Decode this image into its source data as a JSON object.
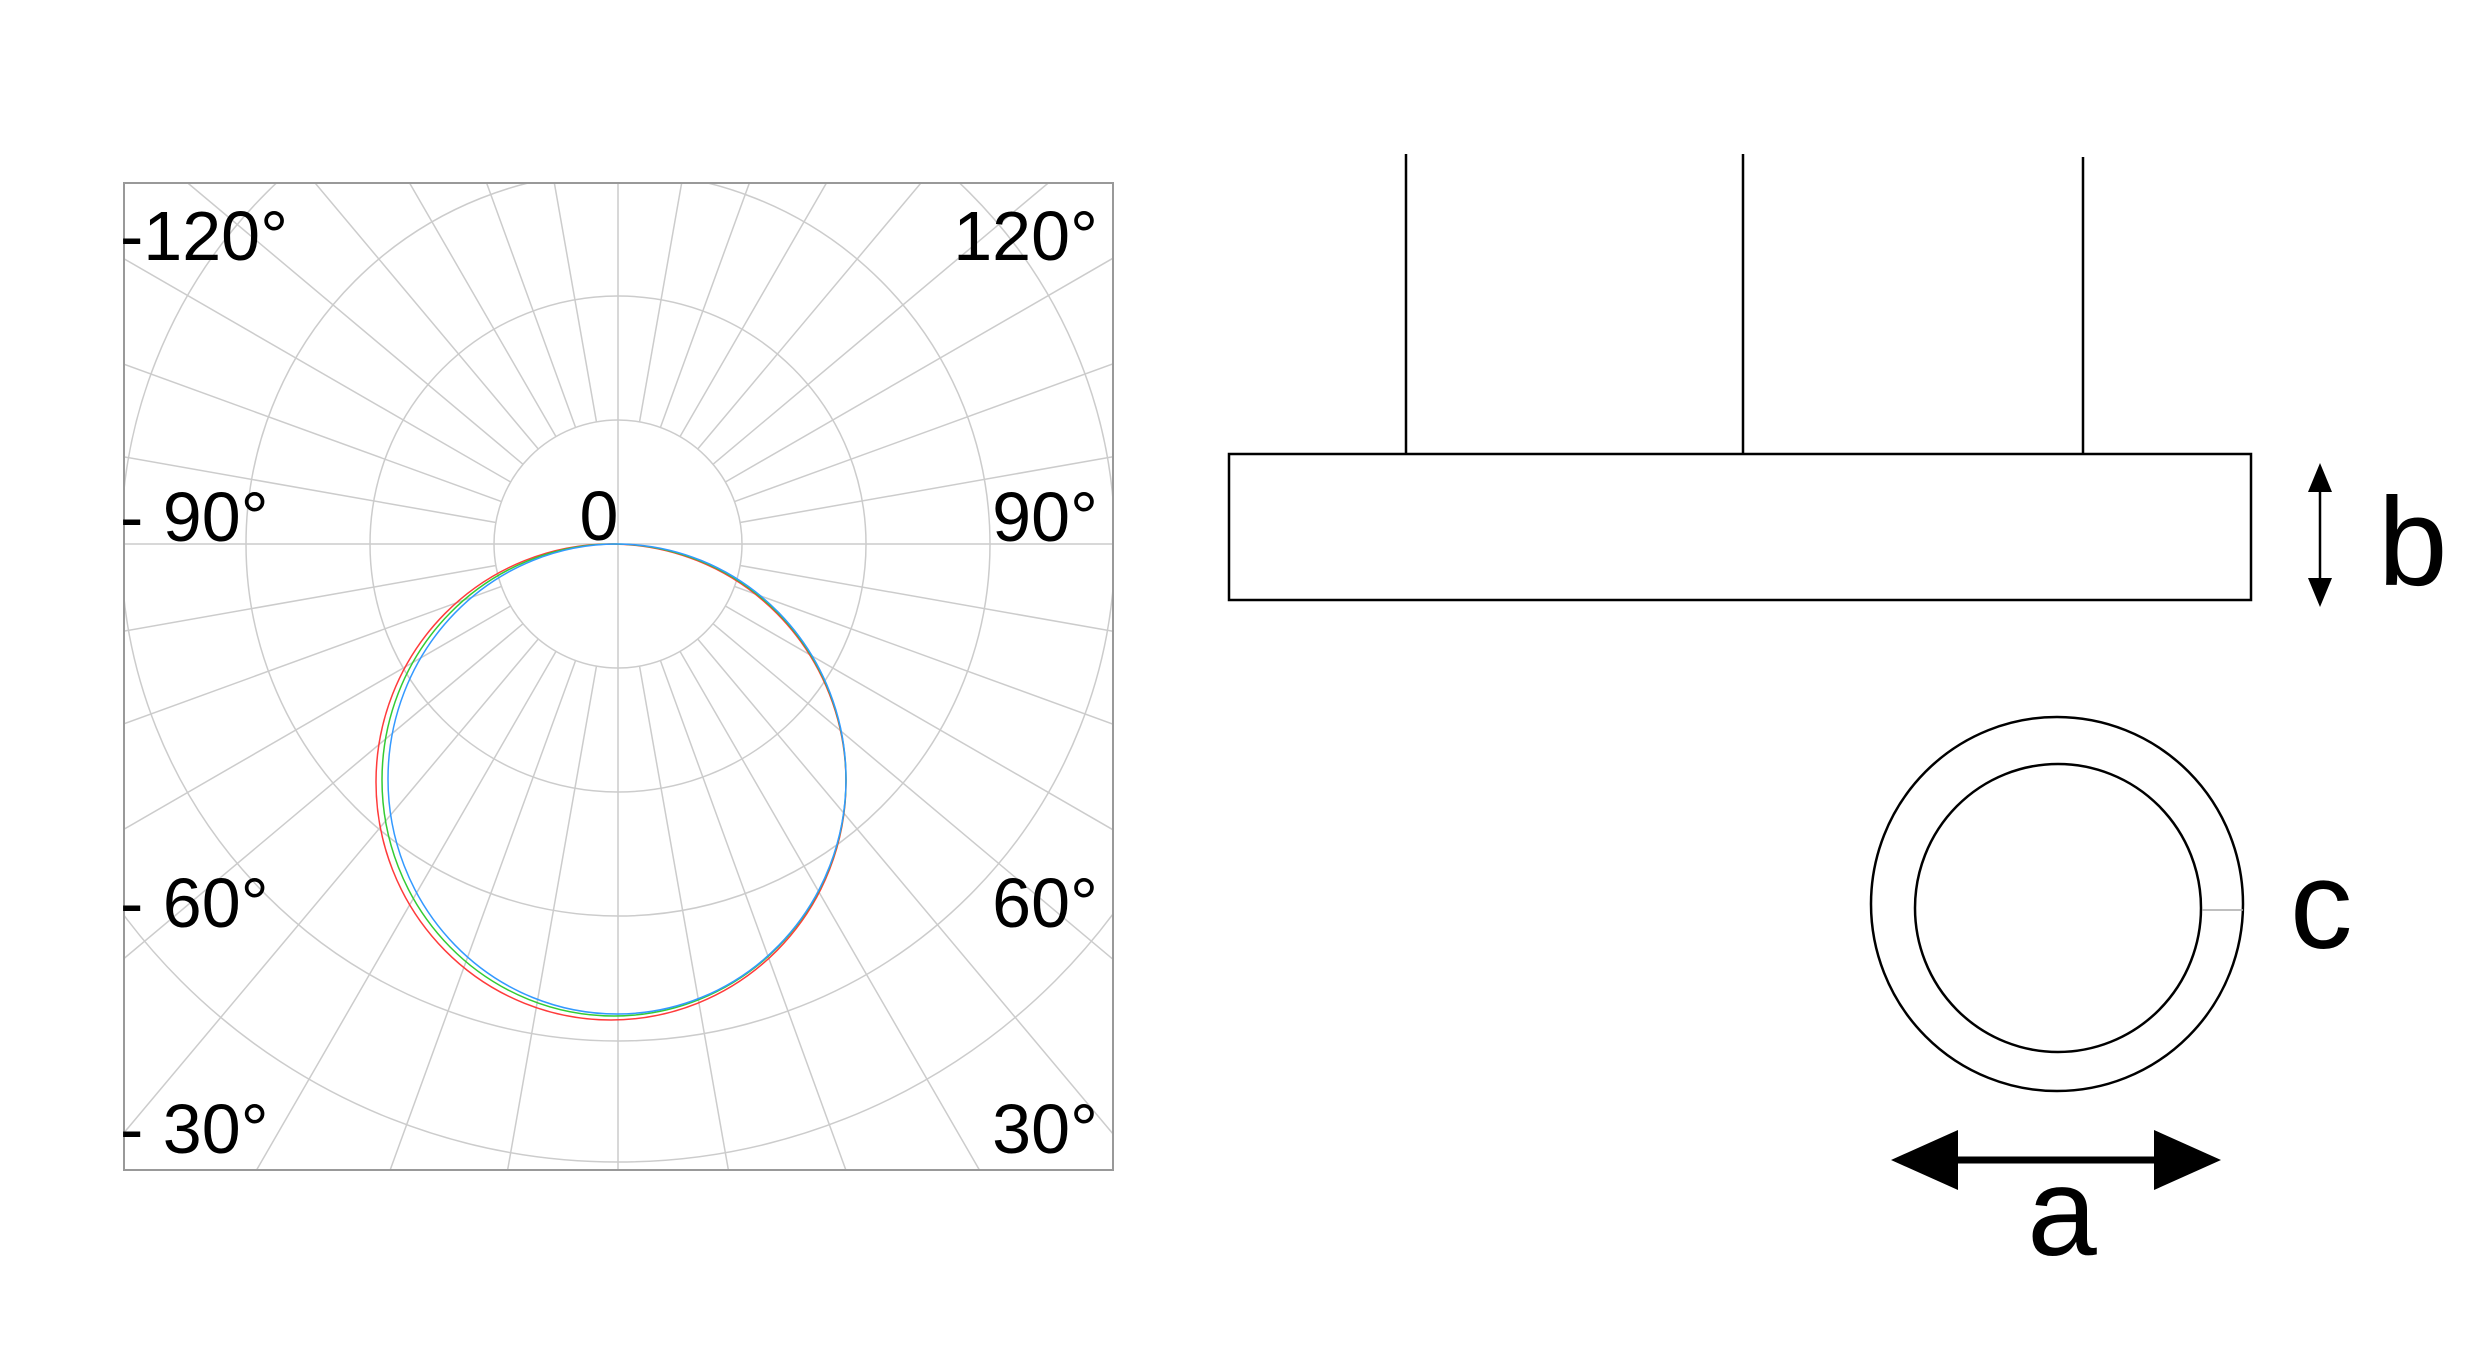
{
  "polar": {
    "center_label": "0",
    "left_labels": [
      "-120°",
      "- 90°",
      "- 60°",
      "- 30°"
    ],
    "right_labels": [
      "120°",
      "90°",
      "60°",
      "30°"
    ],
    "curve_colors": [
      "#ff3b3b",
      "#33cc33",
      "#3399ff"
    ],
    "grid_color": "#cccccc"
  },
  "dimensions": {
    "height_label": "b",
    "width_label": "a",
    "depth_label": "c"
  }
}
